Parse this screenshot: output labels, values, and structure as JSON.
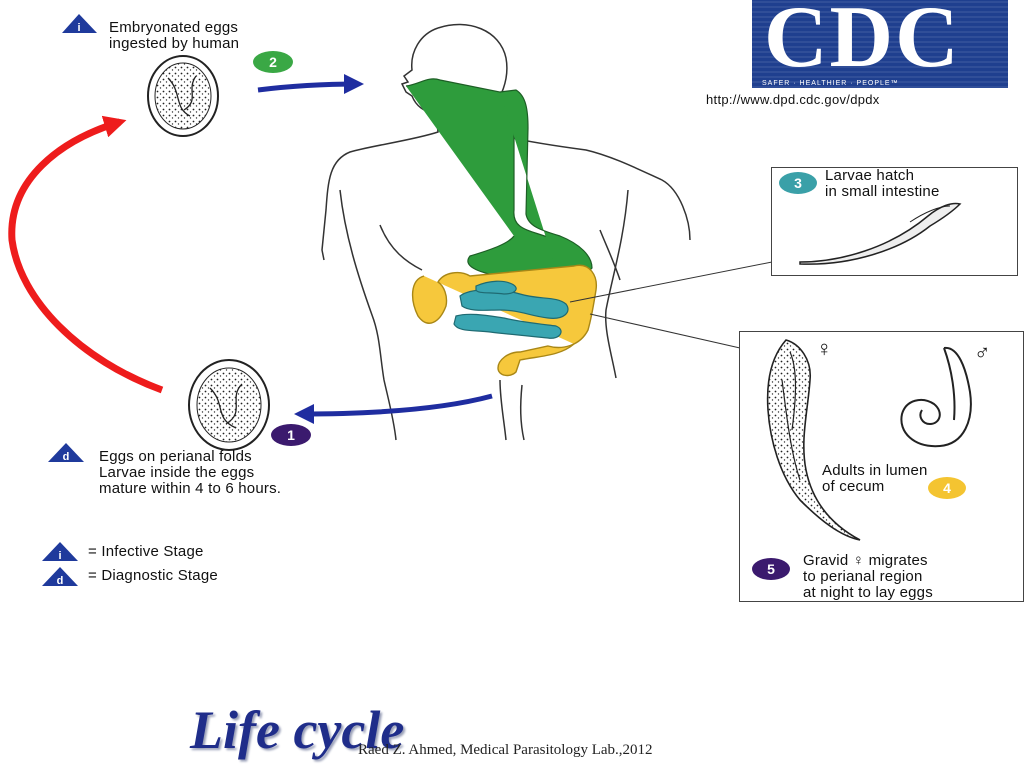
{
  "logo": {
    "text": "CDC",
    "tagline": "SAFER · HEALTHIER · PEOPLE™",
    "url": "http://www.dpd.cdc.gov/dpdx"
  },
  "stages": {
    "s1": {
      "number": "1",
      "badge_color": "#3b1a6e"
    },
    "s2": {
      "number": "2",
      "badge_color": "#3aa845"
    },
    "s3": {
      "number": "3",
      "badge_color": "#3aa0a8"
    },
    "s4": {
      "number": "4",
      "badge_color": "#f4c431"
    },
    "s5": {
      "number": "5",
      "badge_color": "#3b1a6e"
    }
  },
  "labels": {
    "ingested_line1": "Embryonated eggs",
    "ingested_line2": "ingested by human",
    "larvae_line1": "Larvae hatch",
    "larvae_line2": "in small intestine",
    "perianal_line1": "Eggs on perianal folds",
    "perianal_line2": "Larvae inside the eggs",
    "perianal_line3": "mature within 4 to 6 hours.",
    "adults_line1": "Adults in lumen",
    "adults_line2": "of cecum",
    "gravid_line1": "Gravid ♀ migrates",
    "gravid_line2": "to perianal region",
    "gravid_line3": "at night to lay eggs",
    "female_symbol": "♀",
    "male_symbol": "♂"
  },
  "legend": {
    "infective": {
      "letter": "i",
      "text": "= Infective Stage"
    },
    "diagnostic": {
      "letter": "d",
      "text": "= Diagnostic Stage"
    }
  },
  "colors": {
    "stage_triangle": "#1f3a9c",
    "arrow_blue": "#1f2da0",
    "arrow_red": "#ee1c1c",
    "digestive_green": "#2e9c3c",
    "intestine_yellow": "#f6c83c",
    "intestine_teal": "#3aa6b2"
  },
  "title": "Life cycle",
  "footer": "Raed Z. Ahmed, Medical Parasitology Lab.,2012"
}
